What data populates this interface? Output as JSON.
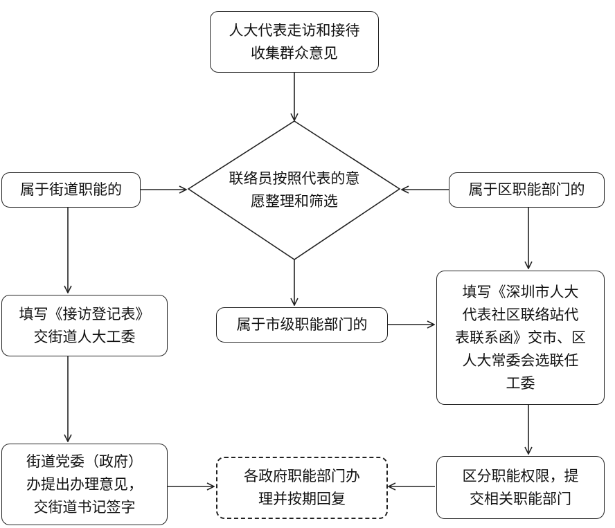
{
  "nodes": {
    "start": {
      "line1": "人大代表走访和接待",
      "line2": "收集群众意见"
    },
    "filter": {
      "line1": "联络员按照代表的意",
      "line2": "愿整理和筛选"
    },
    "street_duty": {
      "label": "属于街道职能的"
    },
    "district_duty": {
      "label": "属于区职能部门的"
    },
    "city_duty": {
      "label": "属于市级职能部门的"
    },
    "street_form": {
      "line1": "填写《接访登记表》",
      "line2": "交街道人大工委"
    },
    "district_form": {
      "line1": "填写《深圳市人大",
      "line2": "代表社区联络站代",
      "line3": "表联系函》交市、区",
      "line4": "人大常委会选联任",
      "line5": "工委"
    },
    "street_party": {
      "line1": "街道党委（政府）",
      "line2": "办提出办理意见，",
      "line3": "交街道书记签字"
    },
    "gov_reply": {
      "line1": "各政府职能部门办",
      "line2": "理并按期回复"
    },
    "district_split": {
      "line1": "区分职能权限，提",
      "line2": "交相关职能部门"
    }
  }
}
